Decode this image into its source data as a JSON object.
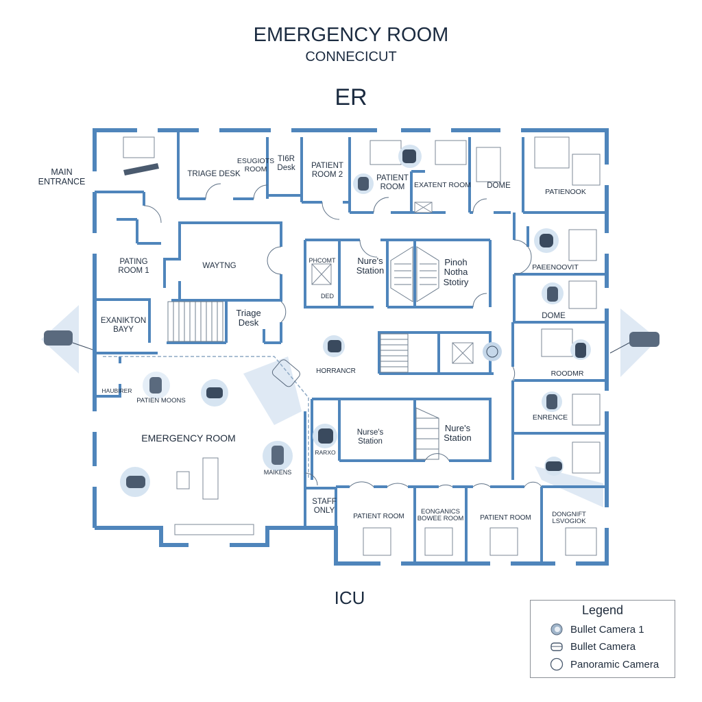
{
  "header": {
    "title": "EMERGENCY ROOM",
    "subtitle": "CONNECICUT",
    "wing_top": "ER",
    "wing_bottom": "ICU"
  },
  "labels": {
    "main_entrance": "MAIN\nENTRANCE",
    "triage_desk_top": "TRIAGE DESK",
    "eswgiots_room": "ESUGIOTS\nROOM",
    "t16r_desk": "TI6R\nDesk",
    "patient_room_2": "PATIENT\nROOM 2",
    "patient_room_top": "PATIENT\nROOM",
    "exatent_room": "EXATENT ROOM",
    "dome_top": "DOME",
    "patienook": "PATIENOOK",
    "pating_room_1": "PATING\nROOM 1",
    "waiting": "WAYTNG",
    "phcomt": "PHCOMT",
    "ded": "DED",
    "nurses_station_1": "Nure's\nStation",
    "pinoh_station": "Pinoh\nNotha\nStotiry",
    "paeenoovit": "PAEENOOVIT",
    "dome_right": "DOME",
    "examination_bay": "EXANIKTON\nBAYY",
    "triage_desk": "Triage\nDesk",
    "horrancr": "HORRANCR",
    "roodmr": "ROODMR",
    "haubirer": "HAUBIRER",
    "patien_moons": "PATIEN MOONS",
    "enrence": "ENRENCE",
    "emergency_room": "EMERGENCY ROOM",
    "nurses_station_2": "Nurse's\nStation",
    "nurses_station_3": "Nure's\nStation",
    "rarxo": "RARXO",
    "maiinens": "MAIKENS",
    "staff_only": "STAFF\nONLY",
    "patient_room_b1": "PATIENT ROOM",
    "eoneanics_room": "EONGANICS\nBOWEE ROOM",
    "patient_room_b2": "PATIENT ROOM",
    "dongnift": "DONGNIFT\nLSVOGIOK"
  },
  "legend": {
    "title": "Legend",
    "items": [
      {
        "label": "Bullet Camera 1",
        "icon": "dome-camera-icon"
      },
      {
        "label": "Bullet Camera",
        "icon": "bullet-camera-icon"
      },
      {
        "label": "Panoramic Camera",
        "icon": "panoramic-camera-icon"
      }
    ]
  },
  "colors": {
    "wall": "#4f85bb",
    "wall_light": "#a9c6e2",
    "coverage": "#d6e4f1",
    "camera": "#3a4a5e"
  }
}
